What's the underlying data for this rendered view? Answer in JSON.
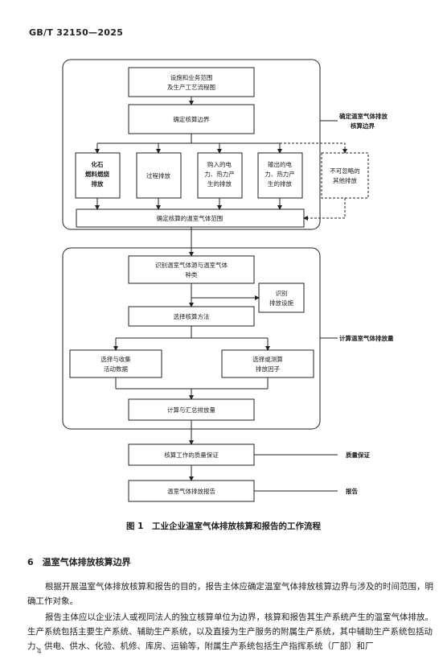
{
  "header": {
    "std_no": "GB/T 32150—2025"
  },
  "flow": {
    "b1": [
      "设施和业务范围",
      "及生产工艺流程图"
    ],
    "b2": [
      "确定核算边界"
    ],
    "b3": [
      "化石",
      "燃料燃烧",
      "排放"
    ],
    "b4": [
      "过程排放"
    ],
    "b5": [
      "购入的电",
      "力、热力产",
      "生的排放"
    ],
    "b6": [
      "输出的电",
      "力、热力产",
      "生的排放"
    ],
    "b7": [
      "不可忽略的",
      "其他排放"
    ],
    "b8": [
      "确定核算的温室气体范围"
    ],
    "b9": [
      "识别温室气体源与温室气体",
      "种类"
    ],
    "b10": [
      "识别",
      "排放设施"
    ],
    "b11": [
      "选择核算方法"
    ],
    "b12": [
      "选择与收集",
      "活动数据"
    ],
    "b13": [
      "选择或测算",
      "排放因子"
    ],
    "b14": [
      "计算与汇总排放量"
    ],
    "b15": [
      "核算工作的质量保证"
    ],
    "b16": [
      "温室气体排放报告"
    ],
    "label_boundary": [
      "确定温室气体排放",
      "核算边界"
    ],
    "label_calc": [
      "计算温室气体排放量"
    ],
    "label_qa": [
      "质量保证"
    ],
    "label_report": [
      "报告"
    ]
  },
  "figure": {
    "caption": "图 1　工业企业温室气体排放核算和报告的工作流程"
  },
  "section": {
    "title": "6　温室气体排放核算边界"
  },
  "paragraphs": {
    "p1": "根据开展温室气体排放核算和报告的目的，报告主体应确定温室气体排放核算边界与涉及的时间范围，明确工作对象。",
    "p2": "报告主体应以企业法人或视同法人的独立核算单位为边界，核算和报告其生产系统产生的温室气体排放。生产系统包括主要生产系统、辅助生产系统，以及直接为生产服务的附属生产系统，其中辅助生产系统包括动力、供电、供水、化验、机修、库房、运输等，附属生产系统包括生产指挥系统（厂部）和厂"
  },
  "page": {
    "number": "4"
  }
}
